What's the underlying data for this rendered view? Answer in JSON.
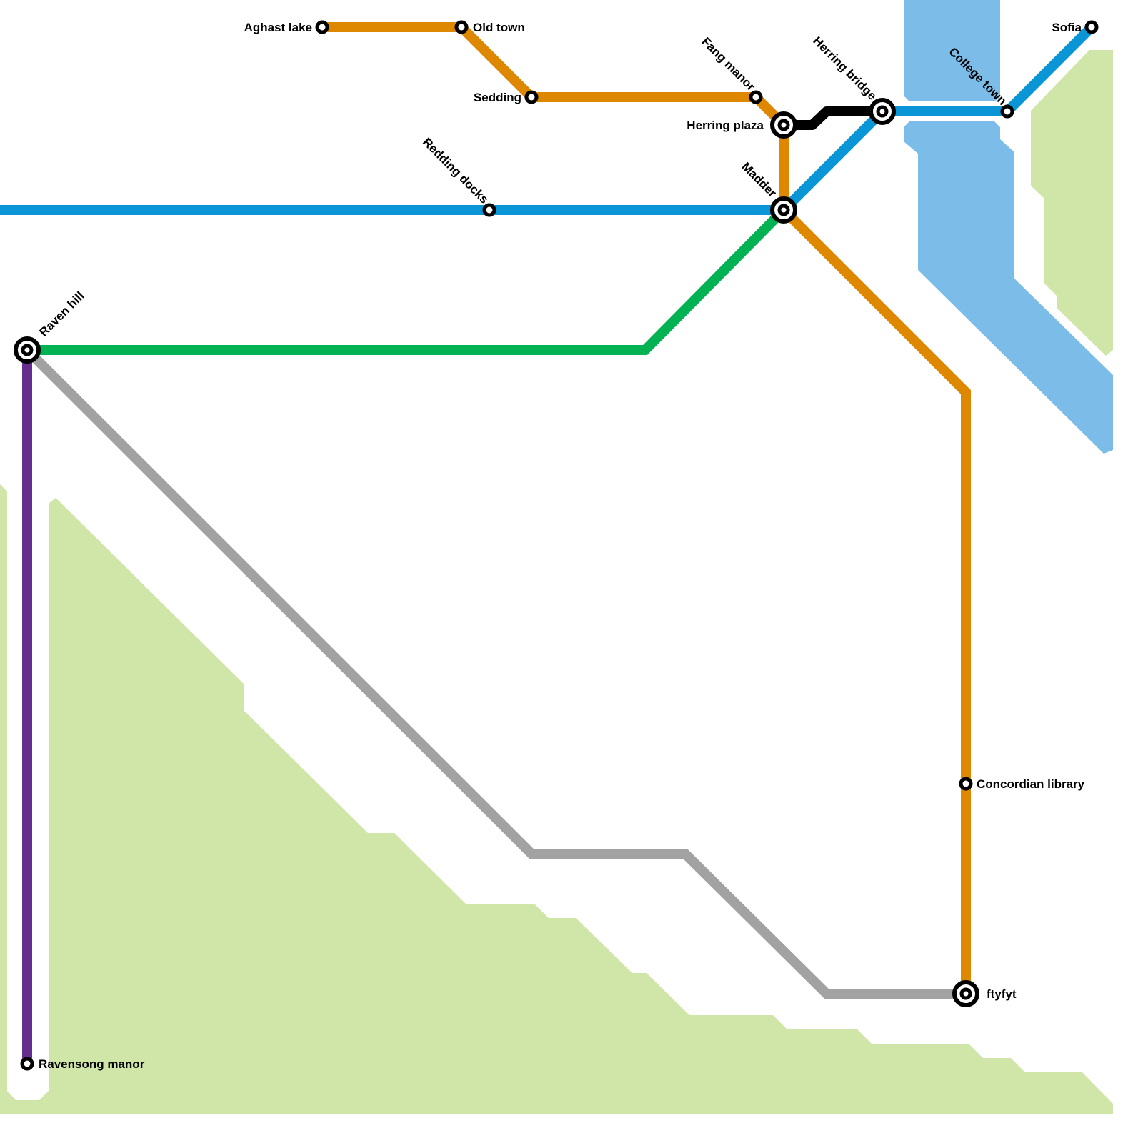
{
  "colors": {
    "park": "#d0e5a8",
    "water": "#7bbde8",
    "blue_line": "#0a96d6",
    "orange_line": "#de8700",
    "green_line": "#00b251",
    "purple_line": "#662d91",
    "gray_line": "#a2a2a2",
    "black_line": "#000000"
  },
  "stations": {
    "aghast_lake": "Aghast lake",
    "old_town": "Old town",
    "sedding": "Sedding",
    "fang_manor": "Fang manor",
    "herring_plaza": "Herring plaza",
    "herring_bridge": "Herring bridge",
    "college_town": "College town",
    "sofia": "Sofia",
    "redding_docks": "Redding docks",
    "madder": "Madder",
    "raven_hill": "Raven hill",
    "concordian_library": "Concordian library",
    "ftyfyt": "ftyfyt",
    "ravensong_manor": "Ravensong manor"
  }
}
